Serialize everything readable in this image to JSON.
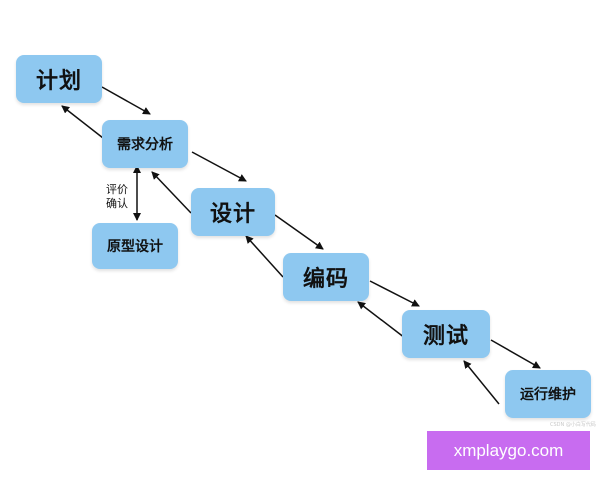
{
  "nodes": {
    "plan": "计划",
    "requirements": "需求分析",
    "prototype": "原型设计",
    "design": "设计",
    "coding": "编码",
    "testing": "测试",
    "operations": "运行维护"
  },
  "side_label": {
    "line1": "评价",
    "line2": "确认"
  },
  "watermark_small": "CSDN @小白写代码",
  "banner": "xmplaygo.com",
  "colors": {
    "node_fill": "#8ec8f0",
    "banner_fill": "#c86cf0",
    "arrow": "#111111"
  }
}
